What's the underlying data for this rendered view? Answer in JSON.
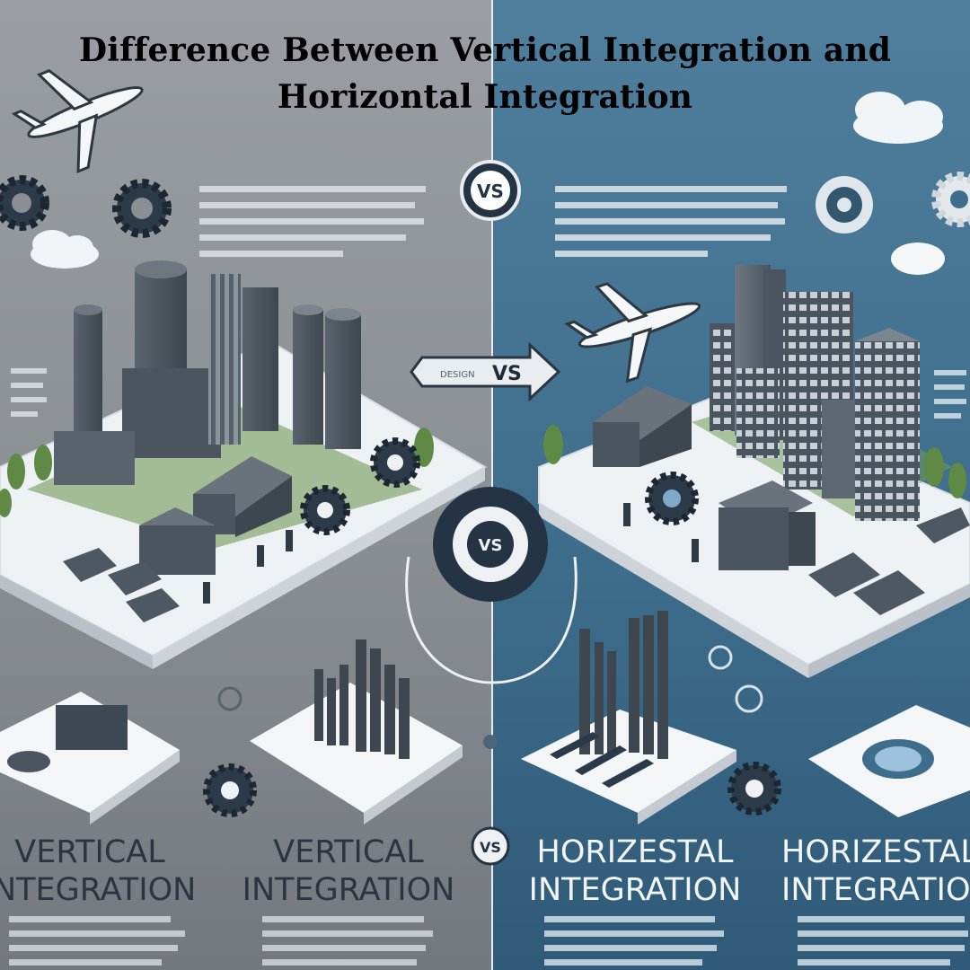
{
  "title": {
    "line1": "Difference Between Vertical Integration and",
    "line2": "Horizontal Integration"
  },
  "vs_badges": {
    "top": "VS",
    "arrow": "VS",
    "arrow_prefix": "DESIGN",
    "center": "VS",
    "bottom": "VS"
  },
  "labels": [
    {
      "line1": "VERTICAL",
      "line2": "INTEGRATION"
    },
    {
      "line1": "VERTICAL",
      "line2": "INTEGRATION"
    },
    {
      "line1": "HORIZESTAL",
      "line2": "INTEGRATION"
    },
    {
      "line1": "HORIZESTAL",
      "line2": "INTEGRATION"
    }
  ],
  "colors": {
    "left_panel": "#8a8f94",
    "right_panel": "#3f6e8d",
    "platform": "#f3f5f7",
    "building_dark": "#4b5560",
    "tree_green": "#5e8a45",
    "text_dark": "#2b3440"
  }
}
